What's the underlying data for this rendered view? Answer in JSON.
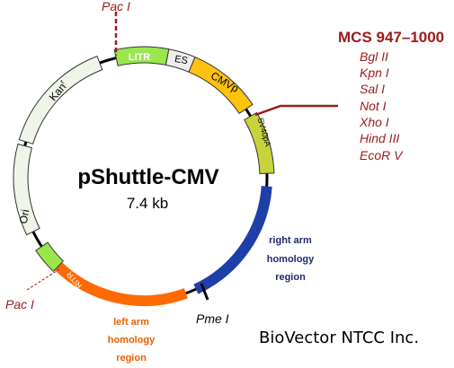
{
  "plasmid": {
    "name": "pShuttle-CMV",
    "size": "7.4 kb"
  },
  "features": {
    "litr": "LITR",
    "es": "ES",
    "cmvp": "CMVp",
    "sv40pa": "SV40pA",
    "kan": "Kanr",
    "ori": "Ori",
    "ritr": "RITR"
  },
  "sites": {
    "pac_top": "Pac I",
    "pac_left": "Pac I",
    "pme": "Pme I"
  },
  "mcs": {
    "title": "MCS 947–1000",
    "enzymes": [
      "Bgl II",
      "Kpn I",
      "Sal I",
      "Not I",
      "Xho I",
      "Hind III",
      "EcoR V"
    ]
  },
  "arms": {
    "right": [
      "right arm",
      "homology",
      "region"
    ],
    "left": [
      "left arm",
      "homology",
      "region"
    ]
  },
  "credit": "BioVector NTCC Inc.",
  "colors": {
    "backbone": "#000000",
    "litr": "#99e64d",
    "es": "#eeeeee",
    "cmvp": "#ffc20e",
    "sv40pa": "#c8d23c",
    "right_arm": "#1f3fa8",
    "left_arm": "#ff6a00",
    "ritr": "#99e64d",
    "ori": "#f0f5ea",
    "kan": "#f0f5ea",
    "site_red": "#9c1a1a",
    "right_arm_text": "#1f2a6b",
    "left_arm_text": "#e86000"
  }
}
